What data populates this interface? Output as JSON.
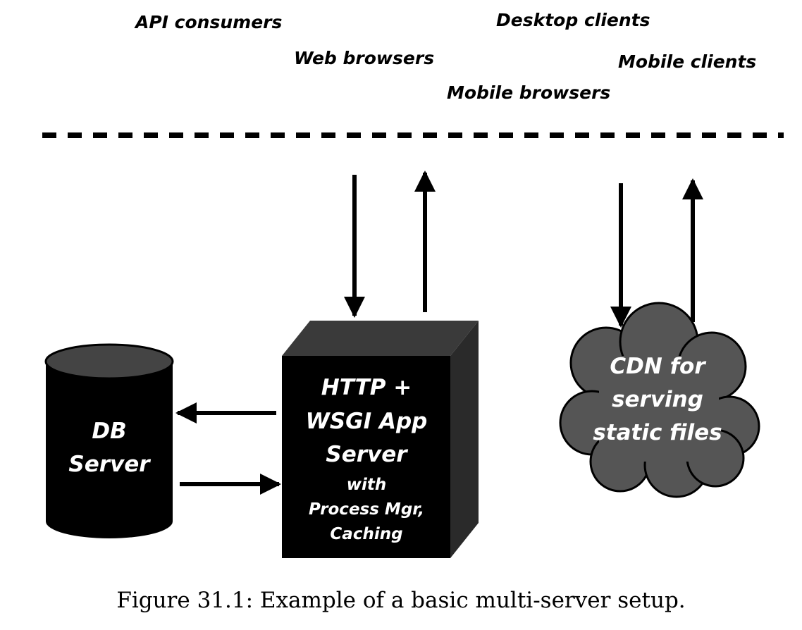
{
  "clients": {
    "api_consumers": "API consumers",
    "desktop_clients": "Desktop clients",
    "web_browsers": "Web browsers",
    "mobile_clients": "Mobile clients",
    "mobile_browsers": "Mobile browsers"
  },
  "db": {
    "line1": "DB",
    "line2": "Server"
  },
  "app": {
    "line1": "HTTP +",
    "line2": "WSGI App",
    "line3": "Server",
    "line4": "with",
    "line5": "Process Mgr,",
    "line6": "Caching"
  },
  "cdn": {
    "line1": "CDN for",
    "line2": "serving",
    "line3": "static files"
  },
  "caption": "Figure 31.1: Example of a basic multi-server setup.",
  "colors": {
    "ink": "#000000",
    "box_top": "#3a3a3a",
    "box_side": "#2a2a2a",
    "cloud": "#555555",
    "db_top": "#444444"
  }
}
